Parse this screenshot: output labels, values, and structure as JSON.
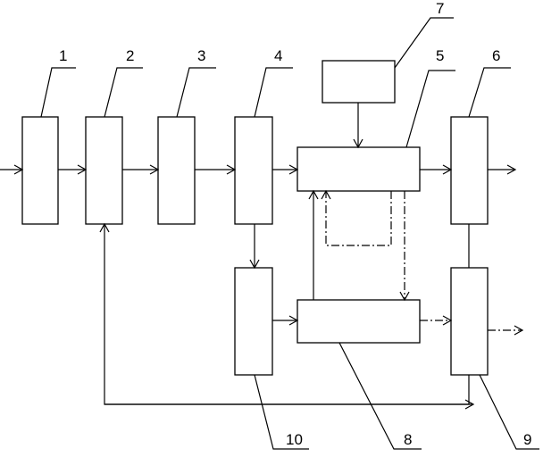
{
  "labels": {
    "b1": "1",
    "b2": "2",
    "b3": "3",
    "b4": "4",
    "b5": "5",
    "b6": "6",
    "b7": "7",
    "b8": "8",
    "b9": "9",
    "b10": "10"
  }
}
